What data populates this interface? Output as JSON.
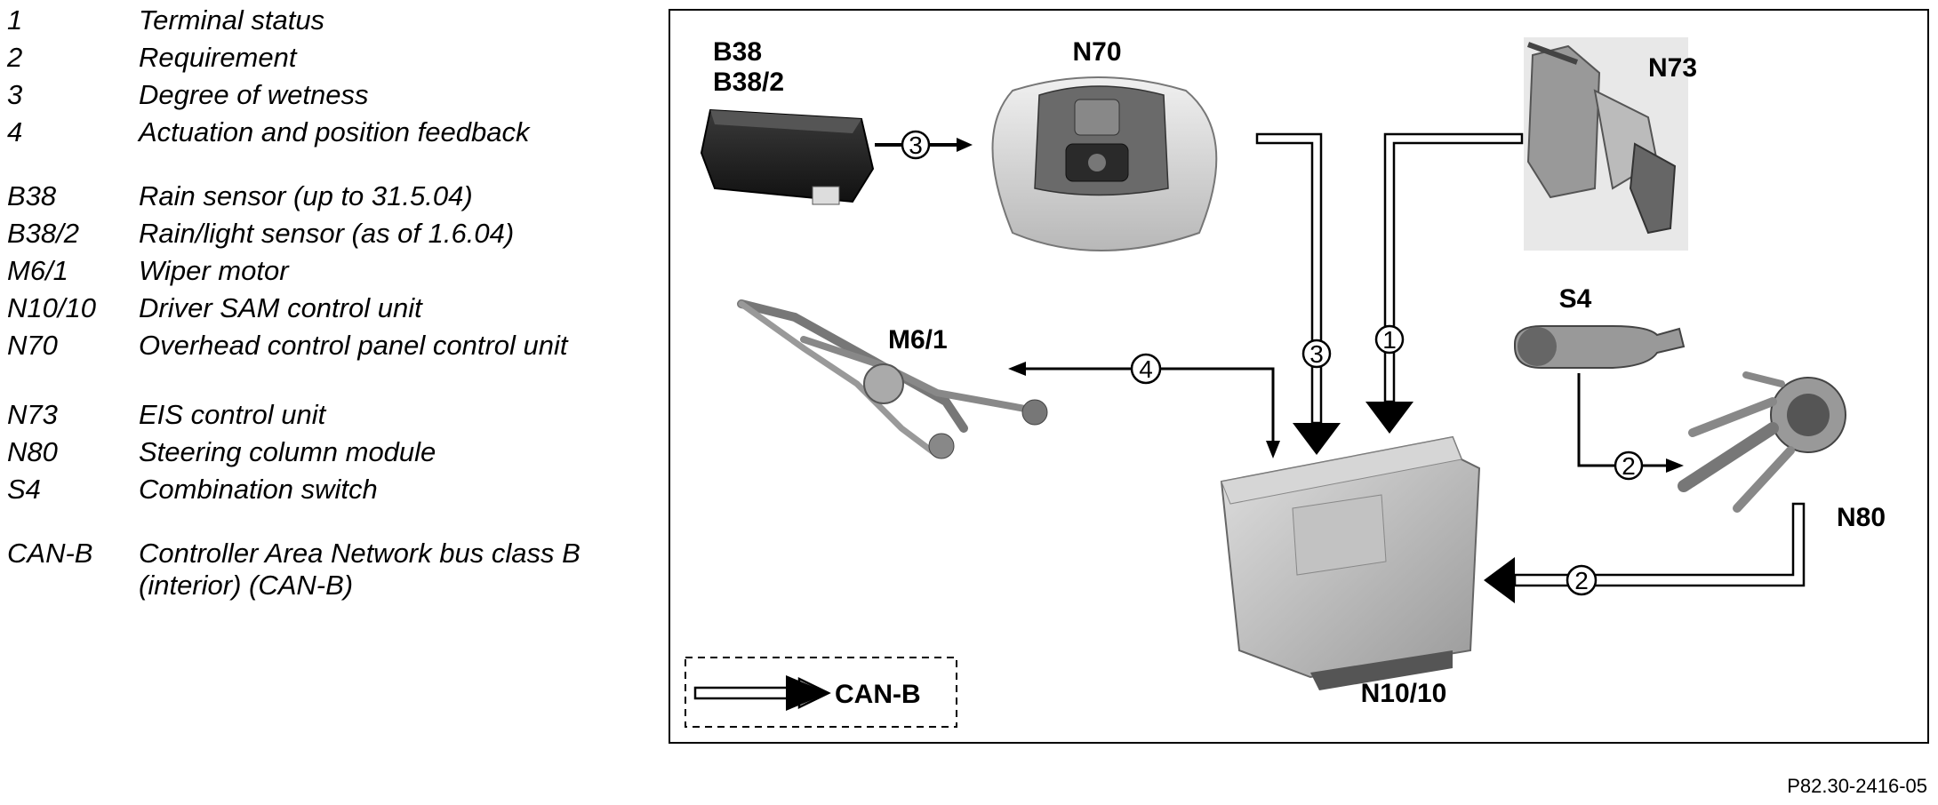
{
  "legend": {
    "groups": [
      [
        {
          "code": "1",
          "text": "Terminal status"
        },
        {
          "code": "2",
          "text": "Requirement"
        },
        {
          "code": "3",
          "text": "Degree of wetness"
        },
        {
          "code": "4",
          "text": "Actuation and position feedback"
        }
      ],
      [
        {
          "code": "B38",
          "text": "Rain sensor (up to 31.5.04)"
        },
        {
          "code": "B38/2",
          "text": "Rain/light sensor (as of 1.6.04)"
        },
        {
          "code": "M6/1",
          "text": "Wiper motor"
        },
        {
          "code": "N10/10",
          "text": "Driver SAM control unit"
        },
        {
          "code": "N70",
          "text": "Overhead control panel control unit",
          "lines": 2
        },
        {
          "code": "N73",
          "text": "EIS control unit"
        },
        {
          "code": "N80",
          "text": "Steering column module"
        },
        {
          "code": "S4",
          "text": "Combination switch"
        }
      ],
      [
        {
          "code": "CAN-B",
          "text": "Controller Area Network bus class B (interior) (CAN-B)",
          "lines": 2
        }
      ]
    ]
  },
  "diagram": {
    "labels": {
      "b38": "B38",
      "b38_2": "B38/2",
      "n70": "N70",
      "n73": "N73",
      "m6_1": "M6/1",
      "s4": "S4",
      "n80": "N80",
      "n10_10": "N10/10",
      "can_b": "CAN-B"
    },
    "flows": {
      "f1": "1",
      "f2a": "2",
      "f2b": "2",
      "f3a": "3",
      "f3b": "3",
      "f4": "4"
    },
    "icons": {
      "rain_sensor": "rain-sensor-icon",
      "overhead_panel": "overhead-control-panel-icon",
      "eis": "ignition-switch-icon",
      "wiper": "wiper-motor-icon",
      "combo_switch": "combination-switch-icon",
      "steering_module": "steering-column-module-icon",
      "sam": "control-unit-icon"
    }
  },
  "reference": "P82.30-2416-05"
}
